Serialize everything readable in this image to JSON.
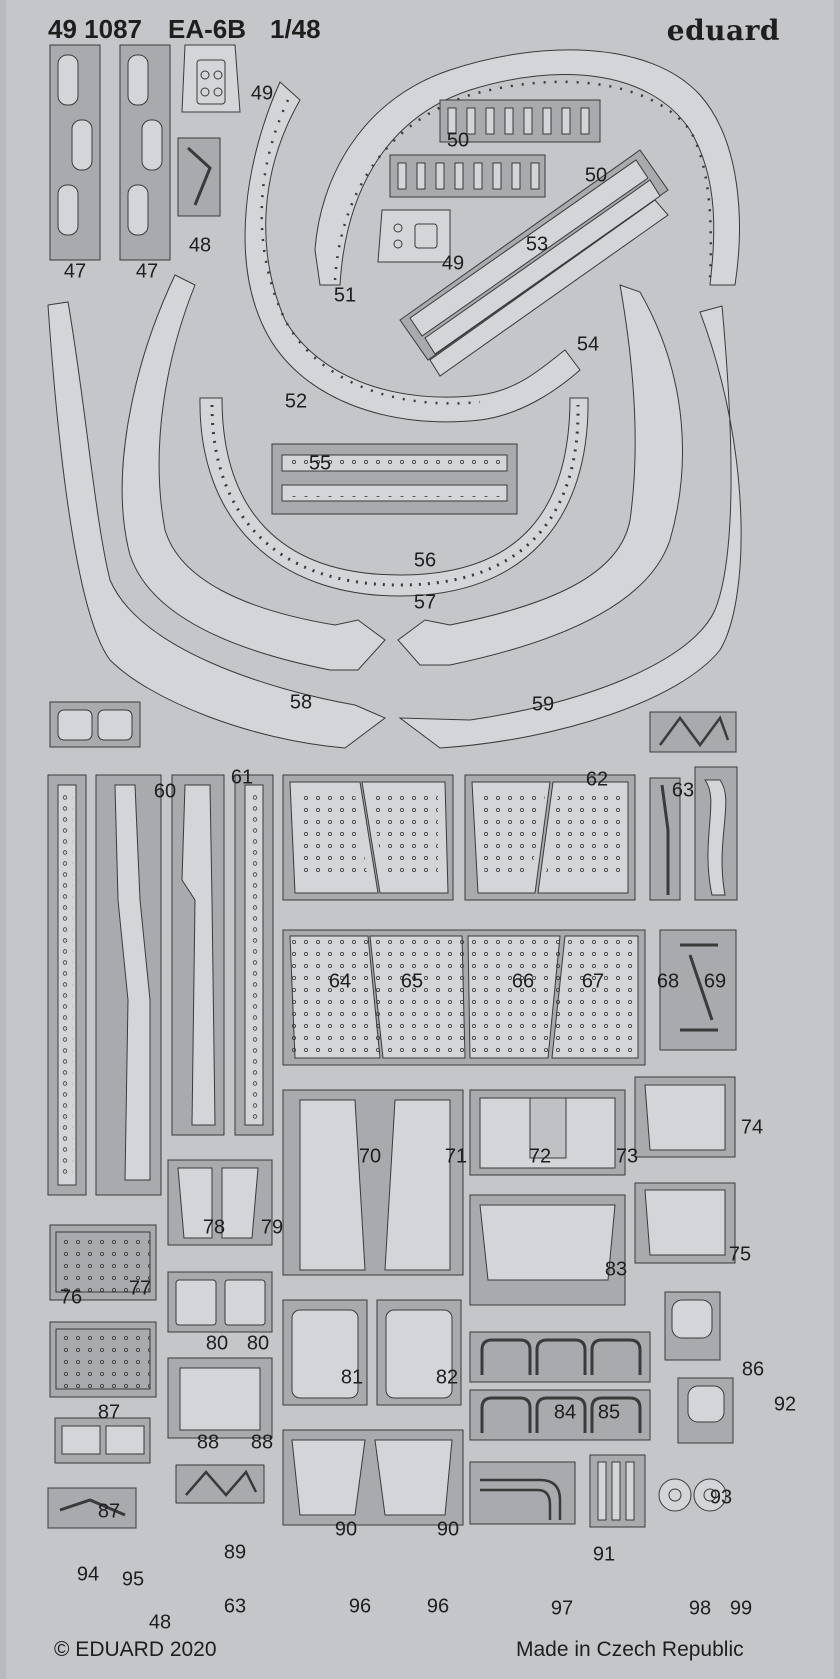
{
  "header": {
    "code": "49 1087",
    "model": "EA-6B",
    "scale": "1/48",
    "brand": "eduard"
  },
  "footer": {
    "copyright": "© EDUARD 2020",
    "origin": "Made in Czech Republic"
  },
  "part_numbers": {
    "p47a": "47",
    "p47b": "47",
    "p48a": "48",
    "p48b": "48",
    "p49a": "49",
    "p49b": "49",
    "p50a": "50",
    "p50b": "50",
    "p51": "51",
    "p52": "52",
    "p53": "53",
    "p54": "54",
    "p55": "55",
    "p56": "56",
    "p57": "57",
    "p58": "58",
    "p59": "59",
    "p60": "60",
    "p61": "61",
    "p62": "62",
    "p63a": "63",
    "p63b": "63",
    "p64": "64",
    "p65": "65",
    "p66": "66",
    "p67": "67",
    "p68": "68",
    "p69": "69",
    "p70": "70",
    "p71": "71",
    "p72": "72",
    "p73": "73",
    "p74": "74",
    "p75": "75",
    "p76": "76",
    "p77": "77",
    "p78": "78",
    "p79": "79",
    "p80a": "80",
    "p80b": "80",
    "p81": "81",
    "p82": "82",
    "p83": "83",
    "p84": "84",
    "p85": "85",
    "p86": "86",
    "p87a": "87",
    "p87b": "87",
    "p88a": "88",
    "p88b": "88",
    "p89": "89",
    "p90a": "90",
    "p90b": "90",
    "p91": "91",
    "p92": "92",
    "p93": "93",
    "p94": "94",
    "p95": "95",
    "p96a": "96",
    "p96b": "96",
    "p97": "97",
    "p98": "98",
    "p99": "99"
  },
  "colors": {
    "fret": "#c4c6c9",
    "frame": "#a8aaad",
    "part": "#d3d5d8",
    "line": "#3a3a3a",
    "text": "#1e1e1e"
  }
}
